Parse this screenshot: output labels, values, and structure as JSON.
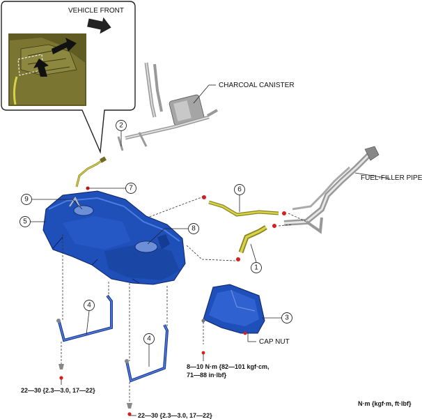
{
  "labels": {
    "vehicle_front": "VEHICLE FRONT",
    "charcoal_canister": "CHARCOAL CANISTER",
    "fuel_filler_pipe": "FUEL-FILLER PIPE",
    "cap_nut": "CAP NUT",
    "torque_main_line1": "8—10 N·m {82—101 kgf·cm,",
    "torque_main_line2": "71—88 in·lbf}",
    "torque_left": "22—30 {2.3—3.0, 17—22}",
    "torque_bottom": "22—30 {2.3—3.0, 17—22}",
    "units": "N·m {kgf·m, ft·lbf}"
  },
  "callouts": [
    "1",
    "2",
    "3",
    "4",
    "4",
    "5",
    "6",
    "7",
    "8",
    "9"
  ],
  "colors": {
    "tank_blue": "#1f4fb8",
    "tank_dark": "#123380",
    "hose_yellow": "#c9c23a",
    "pipe_grey": "#b8b8b8",
    "marker_red": "#d81e1e",
    "inset_green": "#6f6a2a"
  }
}
